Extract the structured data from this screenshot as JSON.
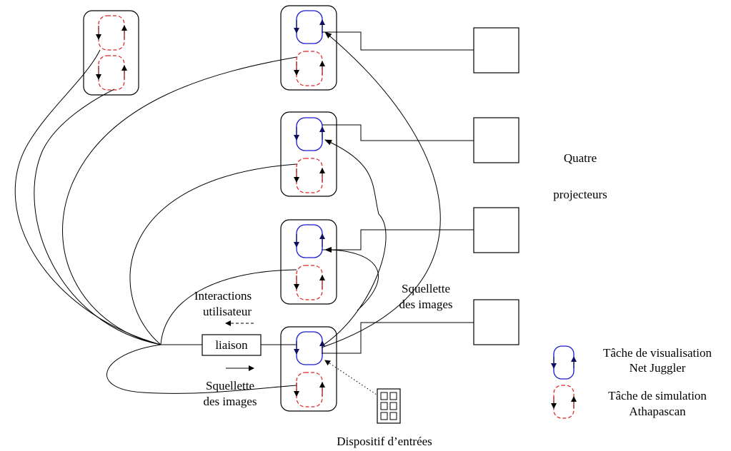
{
  "labels": {
    "quatre": "Quatre",
    "projecteurs": "projecteurs",
    "interactions": "Interactions",
    "utilisateur": "utilisateur",
    "liaison": "liaison",
    "squellette_bottom": "Squellette",
    "des_images_bottom": "des images",
    "squellette_mid": "Squellette",
    "des_images_mid": "des images",
    "dispositif": "Dispositif d’entrées"
  },
  "legend": {
    "vis_line1": "Tâche de visualisation",
    "vis_line2": "Net Juggler",
    "sim_line1": "Tâche de simulation",
    "sim_line2": "Athapascan"
  },
  "colors": {
    "visualisation": "#1a1ad0",
    "simulation": "#e02020"
  }
}
